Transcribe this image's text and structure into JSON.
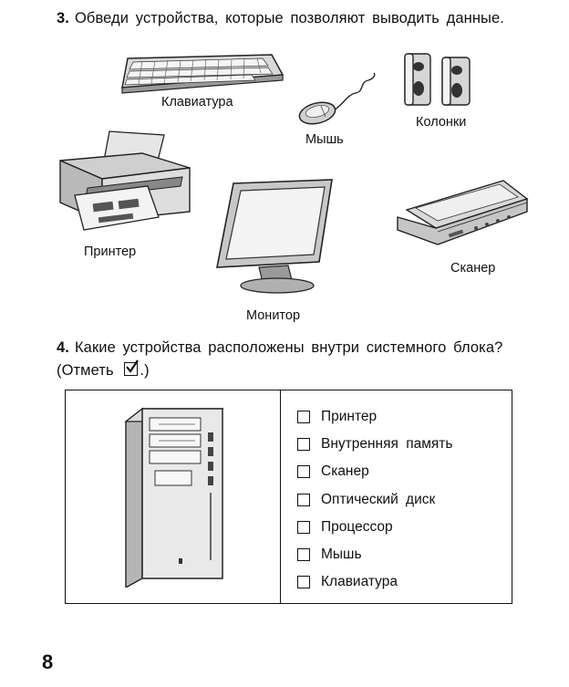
{
  "task3": {
    "number": "3.",
    "text": "Обведи устройства, которые позволяют выводить данные."
  },
  "devices": [
    {
      "label": "Клавиатура",
      "icon": "keyboard-icon"
    },
    {
      "label": "Мышь",
      "icon": "mouse-icon"
    },
    {
      "label": "Колонки",
      "icon": "speakers-icon"
    },
    {
      "label": "Принтер",
      "icon": "printer-icon"
    },
    {
      "label": "Монитор",
      "icon": "monitor-icon"
    },
    {
      "label": "Сканер",
      "icon": "scanner-icon"
    }
  ],
  "task4": {
    "number": "4.",
    "line1": "Какие устройства расположены внутри системного блока?",
    "note_open": "(Отметь",
    "note_close": ".)"
  },
  "system_unit_icon": "system-unit-icon",
  "options": [
    {
      "label": "Принтер",
      "checked": false
    },
    {
      "label": "Внутренняя память",
      "checked": false
    },
    {
      "label": "Сканер",
      "checked": false
    },
    {
      "label": "Оптический диск",
      "checked": false
    },
    {
      "label": "Процессор",
      "checked": false
    },
    {
      "label": "Мышь",
      "checked": false
    },
    {
      "label": "Клавиатура",
      "checked": false
    }
  ],
  "page_number": "8"
}
